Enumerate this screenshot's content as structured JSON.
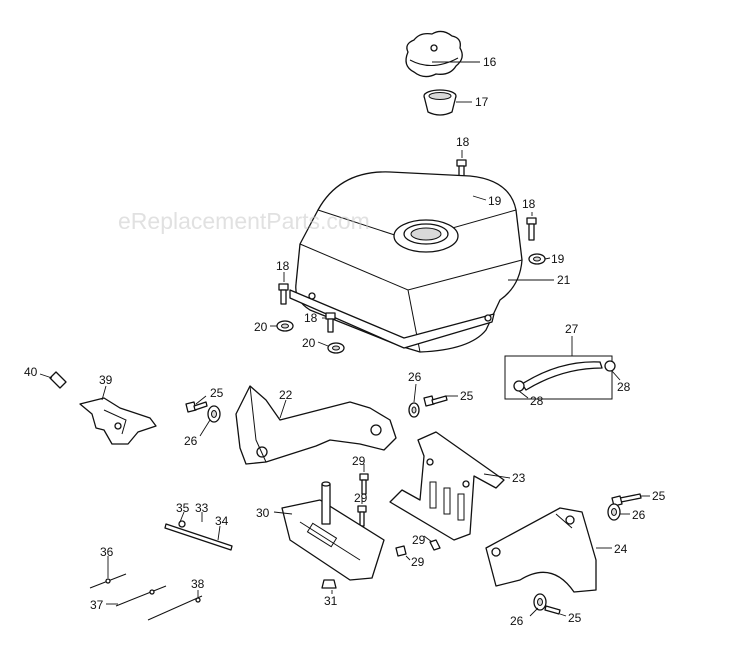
{
  "watermark": "eReplacementParts.com",
  "callouts": [
    {
      "id": "c16",
      "text": "16"
    },
    {
      "id": "c17",
      "text": "17"
    },
    {
      "id": "c18a",
      "text": "18"
    },
    {
      "id": "c19a",
      "text": "19"
    },
    {
      "id": "c18b",
      "text": "18"
    },
    {
      "id": "c19b",
      "text": "19"
    },
    {
      "id": "c18c",
      "text": "18"
    },
    {
      "id": "c21",
      "text": "21"
    },
    {
      "id": "c20a",
      "text": "20"
    },
    {
      "id": "c18d",
      "text": "18"
    },
    {
      "id": "c20b",
      "text": "20"
    },
    {
      "id": "c27",
      "text": "27"
    },
    {
      "id": "c28a",
      "text": "28"
    },
    {
      "id": "c28b",
      "text": "28"
    },
    {
      "id": "c40",
      "text": "40"
    },
    {
      "id": "c39",
      "text": "39"
    },
    {
      "id": "c25a",
      "text": "25"
    },
    {
      "id": "c26a",
      "text": "26"
    },
    {
      "id": "c22",
      "text": "22"
    },
    {
      "id": "c26b",
      "text": "26"
    },
    {
      "id": "c25b",
      "text": "25"
    },
    {
      "id": "c29a",
      "text": "29"
    },
    {
      "id": "c23",
      "text": "23"
    },
    {
      "id": "c29b",
      "text": "29"
    },
    {
      "id": "c35",
      "text": "35"
    },
    {
      "id": "c33",
      "text": "33"
    },
    {
      "id": "c34",
      "text": "34"
    },
    {
      "id": "c30",
      "text": "30"
    },
    {
      "id": "c29c",
      "text": "29"
    },
    {
      "id": "c29d",
      "text": "29"
    },
    {
      "id": "c25c",
      "text": "25"
    },
    {
      "id": "c26c",
      "text": "26"
    },
    {
      "id": "c24",
      "text": "24"
    },
    {
      "id": "c36",
      "text": "36"
    },
    {
      "id": "c31",
      "text": "31"
    },
    {
      "id": "c37",
      "text": "37"
    },
    {
      "id": "c38",
      "text": "38"
    },
    {
      "id": "c26d",
      "text": "26"
    },
    {
      "id": "c25d",
      "text": "25"
    }
  ]
}
